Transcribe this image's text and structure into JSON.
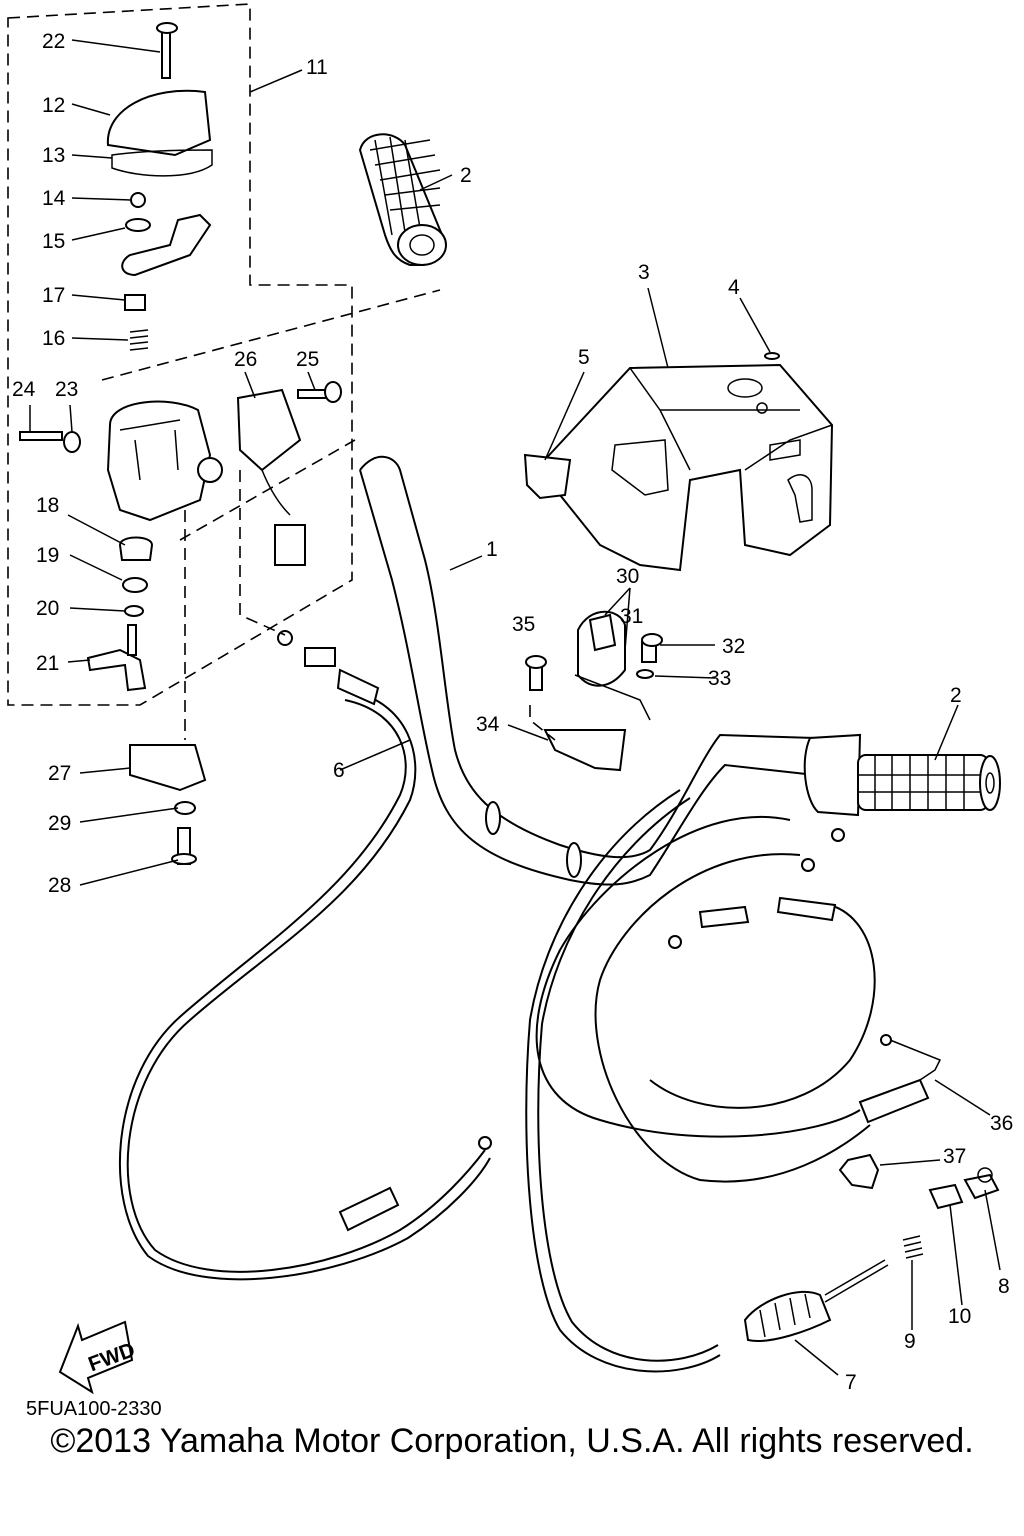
{
  "parts": [
    {
      "id": "1",
      "label": "1"
    },
    {
      "id": "2a",
      "label": "2"
    },
    {
      "id": "2b",
      "label": "2"
    },
    {
      "id": "3",
      "label": "3"
    },
    {
      "id": "4",
      "label": "4"
    },
    {
      "id": "5",
      "label": "5"
    },
    {
      "id": "6",
      "label": "6"
    },
    {
      "id": "7",
      "label": "7"
    },
    {
      "id": "8",
      "label": "8"
    },
    {
      "id": "9",
      "label": "9"
    },
    {
      "id": "10",
      "label": "10"
    },
    {
      "id": "11",
      "label": "11"
    },
    {
      "id": "12",
      "label": "12"
    },
    {
      "id": "13",
      "label": "13"
    },
    {
      "id": "14",
      "label": "14"
    },
    {
      "id": "15",
      "label": "15"
    },
    {
      "id": "16",
      "label": "16"
    },
    {
      "id": "17",
      "label": "17"
    },
    {
      "id": "18",
      "label": "18"
    },
    {
      "id": "19",
      "label": "19"
    },
    {
      "id": "20",
      "label": "20"
    },
    {
      "id": "21",
      "label": "21"
    },
    {
      "id": "22",
      "label": "22"
    },
    {
      "id": "23",
      "label": "23"
    },
    {
      "id": "24",
      "label": "24"
    },
    {
      "id": "25",
      "label": "25"
    },
    {
      "id": "26",
      "label": "26"
    },
    {
      "id": "27",
      "label": "27"
    },
    {
      "id": "28",
      "label": "28"
    },
    {
      "id": "29",
      "label": "29"
    },
    {
      "id": "30",
      "label": "30"
    },
    {
      "id": "31",
      "label": "31"
    },
    {
      "id": "32",
      "label": "32"
    },
    {
      "id": "33",
      "label": "33"
    },
    {
      "id": "34",
      "label": "34"
    },
    {
      "id": "35",
      "label": "35"
    },
    {
      "id": "36",
      "label": "36"
    },
    {
      "id": "37",
      "label": "37"
    }
  ],
  "fwd_label": "FWD",
  "reference_code": "5FUA100-2330",
  "copyright": "©2013 Yamaha Motor Corporation, U.S.A. All rights reserved."
}
